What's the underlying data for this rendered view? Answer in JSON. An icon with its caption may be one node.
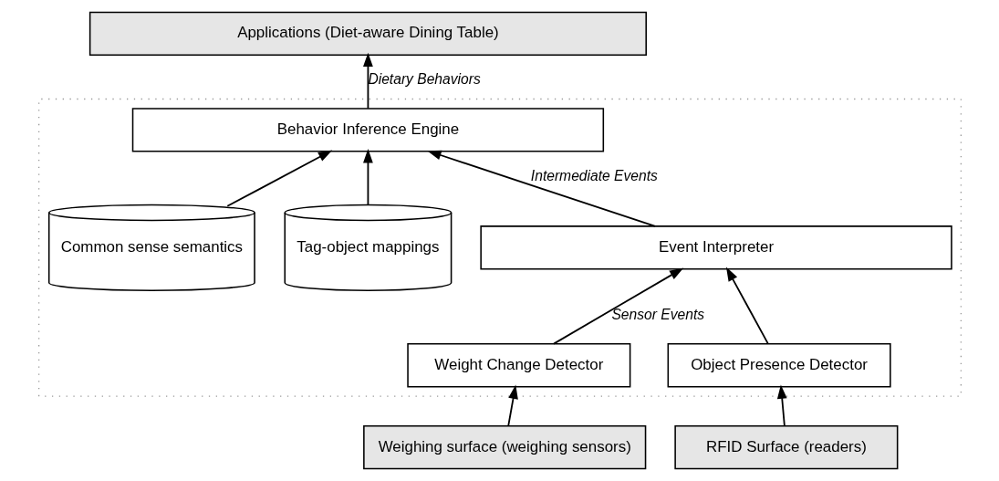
{
  "diagram": {
    "nodes": [
      {
        "text": [
          "Applications (Diet-aware Dining Table)"
        ]
      },
      {
        "text": [],
        "shape": "box"
      },
      {
        "text": [
          "Behavior Inference Engine"
        ],
        "in": 1
      },
      {
        "text": [
          "Event Interpreter"
        ],
        "in": 1
      },
      {
        "text": [
          "Weight Change Detector"
        ],
        "in": 1
      },
      {
        "text": [
          "Object Presence Detector"
        ],
        "in": 1
      },
      {
        "text": [
          "Tag-object mappings"
        ],
        "in": 1
      },
      {
        "text": [
          "Common sense semantics"
        ],
        "in": 1
      },
      {
        "text": [
          "Weighing surface (weighing sensors)"
        ]
      },
      {
        "text": [
          "RFID Surface (readers)"
        ]
      }
    ],
    "edges": [
      {
        "from": 2,
        "to": 0,
        "arrow": "to",
        "label": "Dietary Behaviors"
      },
      {
        "from": 3,
        "to": 2,
        "arrow": "to",
        "label": "Intermediate Events"
      },
      {
        "from": 4,
        "to": 3,
        "arrow": "to",
        "label": "Sensor Events"
      },
      {
        "from": 5,
        "to": 3,
        "arrow": "to"
      },
      {
        "from": 6,
        "to": 2,
        "arrow": "to"
      },
      {
        "from": 7,
        "to": 2,
        "arrow": "to"
      },
      {
        "from": 8,
        "to": 4,
        "arrow": "to"
      },
      {
        "from": 9,
        "to": 5,
        "arrow": "to"
      }
    ]
  }
}
